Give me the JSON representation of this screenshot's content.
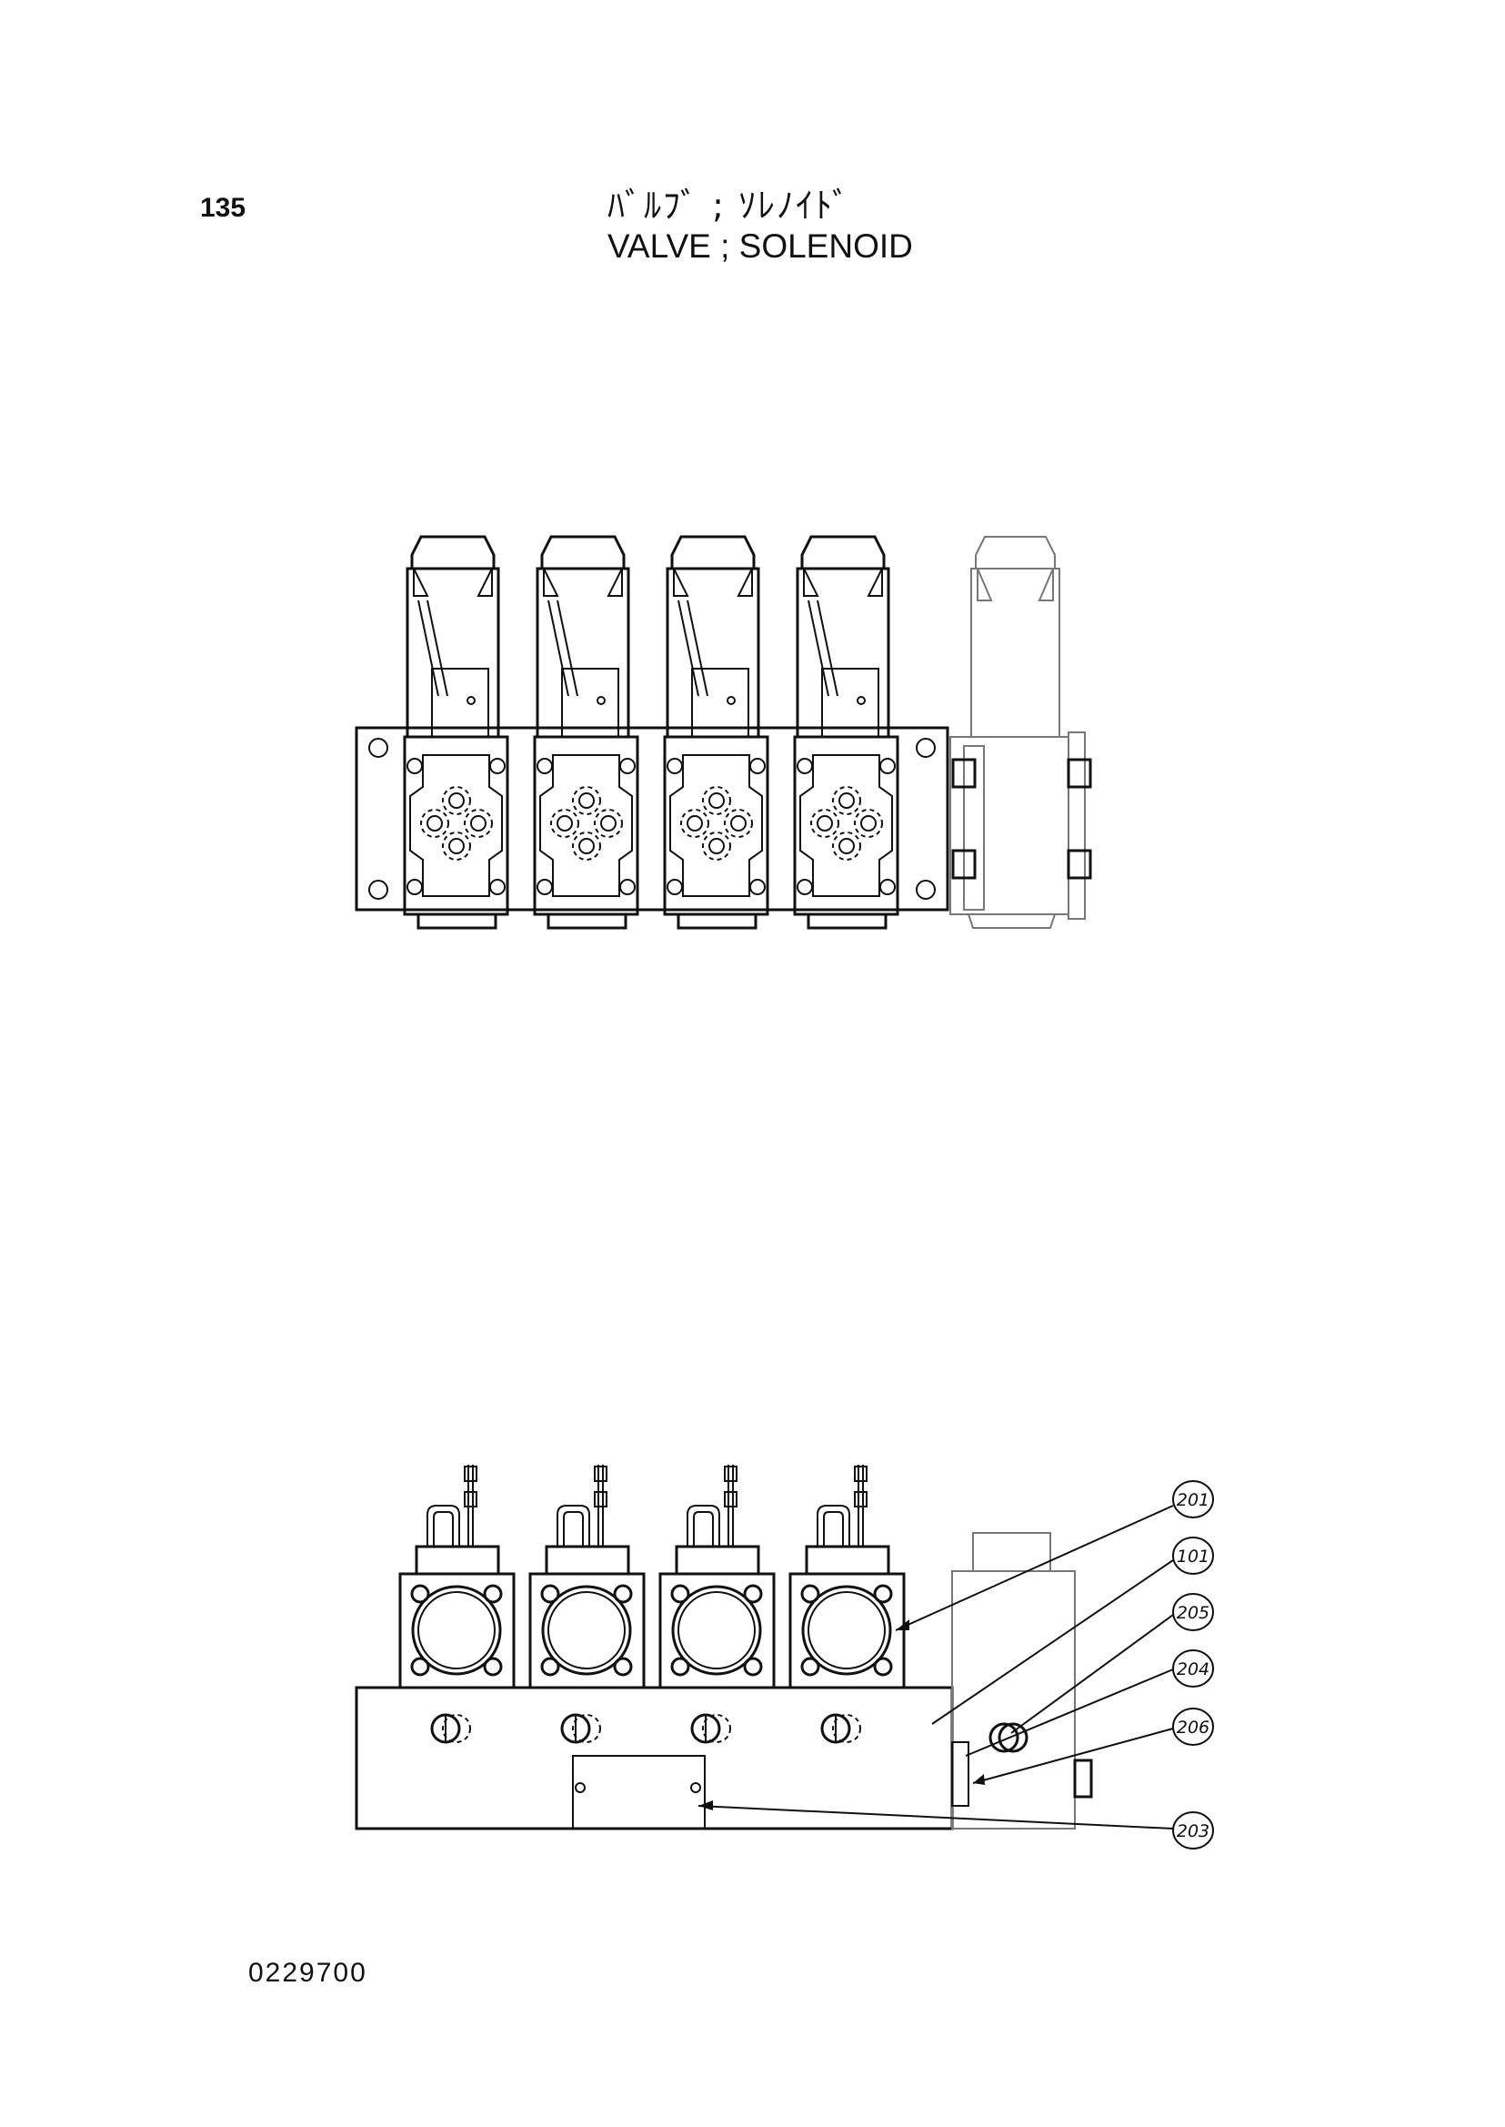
{
  "header": {
    "page_number": "135",
    "title_jp": "ﾊﾞﾙﾌﾞ ; ｿﾚﾉｲﾄﾞ",
    "title_en": "VALVE ; SOLENOID"
  },
  "footer": {
    "drawing_code": "0229700"
  },
  "callouts": [
    {
      "label": "201"
    },
    {
      "label": "101"
    },
    {
      "label": "205"
    },
    {
      "label": "204"
    },
    {
      "label": "206"
    },
    {
      "label": "203"
    }
  ]
}
